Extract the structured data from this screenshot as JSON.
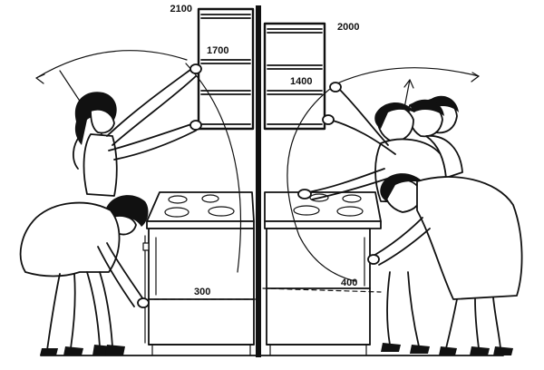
{
  "colors": {
    "ink": "#111111",
    "paper": "#ffffff"
  },
  "labels": {
    "left_cabinet_top": "2100",
    "left_shelf": "1700",
    "right_cabinet_top": "2000",
    "right_shelf": "1400",
    "left_reach_low": "300",
    "right_reach_low": "400"
  }
}
